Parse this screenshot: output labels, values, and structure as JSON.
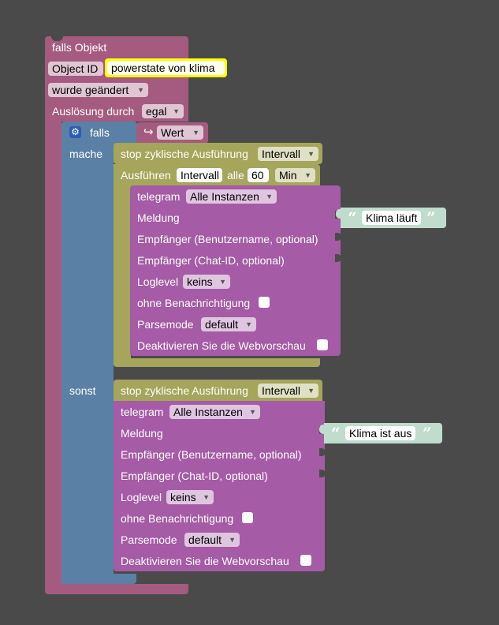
{
  "if_object": {
    "title": "falls Objekt",
    "object_id_label": "Object ID",
    "object_id_value": "powerstate von klima",
    "change_dropdown": "wurde geändert",
    "trigger_label": "Auslösung durch",
    "trigger_value": "egal"
  },
  "if_block": {
    "if_label": "falls",
    "condition_value": "Wert",
    "then_label": "mache",
    "else_label": "sonst"
  },
  "then_branch": {
    "stop_label": "stop zyklische Ausführung",
    "stop_var": "Intervall",
    "run_label": "Ausführen",
    "run_var": "Intervall",
    "every_label": "alle",
    "interval_value": "60",
    "unit_value": "Min",
    "telegram": {
      "label": "telegram",
      "instance": "Alle Instanzen",
      "message_label": "Meldung",
      "message_value": "Klima läuft",
      "recipient_user_label": "Empfänger (Benutzername, optional)",
      "recipient_chat_label": "Empfänger (Chat-ID, optional)",
      "loglevel_label": "Loglevel",
      "loglevel_value": "keins",
      "silent_label": "ohne Benachrichtigung",
      "parsemode_label": "Parsemode",
      "parsemode_value": "default",
      "disable_preview_label": "Deaktivieren Sie die Webvorschau"
    }
  },
  "else_branch": {
    "stop_label": "stop zyklische Ausführung",
    "stop_var": "Intervall",
    "telegram": {
      "label": "telegram",
      "instance": "Alle Instanzen",
      "message_label": "Meldung",
      "message_value": "Klima ist aus",
      "recipient_user_label": "Empfänger (Benutzername, optional)",
      "recipient_chat_label": "Empfänger (Chat-ID, optional)",
      "loglevel_label": "Loglevel",
      "loglevel_value": "keins",
      "silent_label": "ohne Benachrichtigung",
      "parsemode_label": "Parsemode",
      "parsemode_value": "default",
      "disable_preview_label": "Deaktivieren Sie die Webvorschau"
    }
  },
  "colors": {
    "event_block": "#a55b80",
    "logic_block": "#5b80a5",
    "timer_block": "#a5a55b",
    "telegram_block": "#a55ba5",
    "text_block": "#bfdccd",
    "highlight_field": "#ffff00",
    "workspace": "#4a4a4a"
  },
  "icons": {
    "gear": "gear-icon",
    "condition": "return-arrow-icon",
    "quote_open": "quote-open-icon",
    "quote_close": "quote-close-icon"
  }
}
